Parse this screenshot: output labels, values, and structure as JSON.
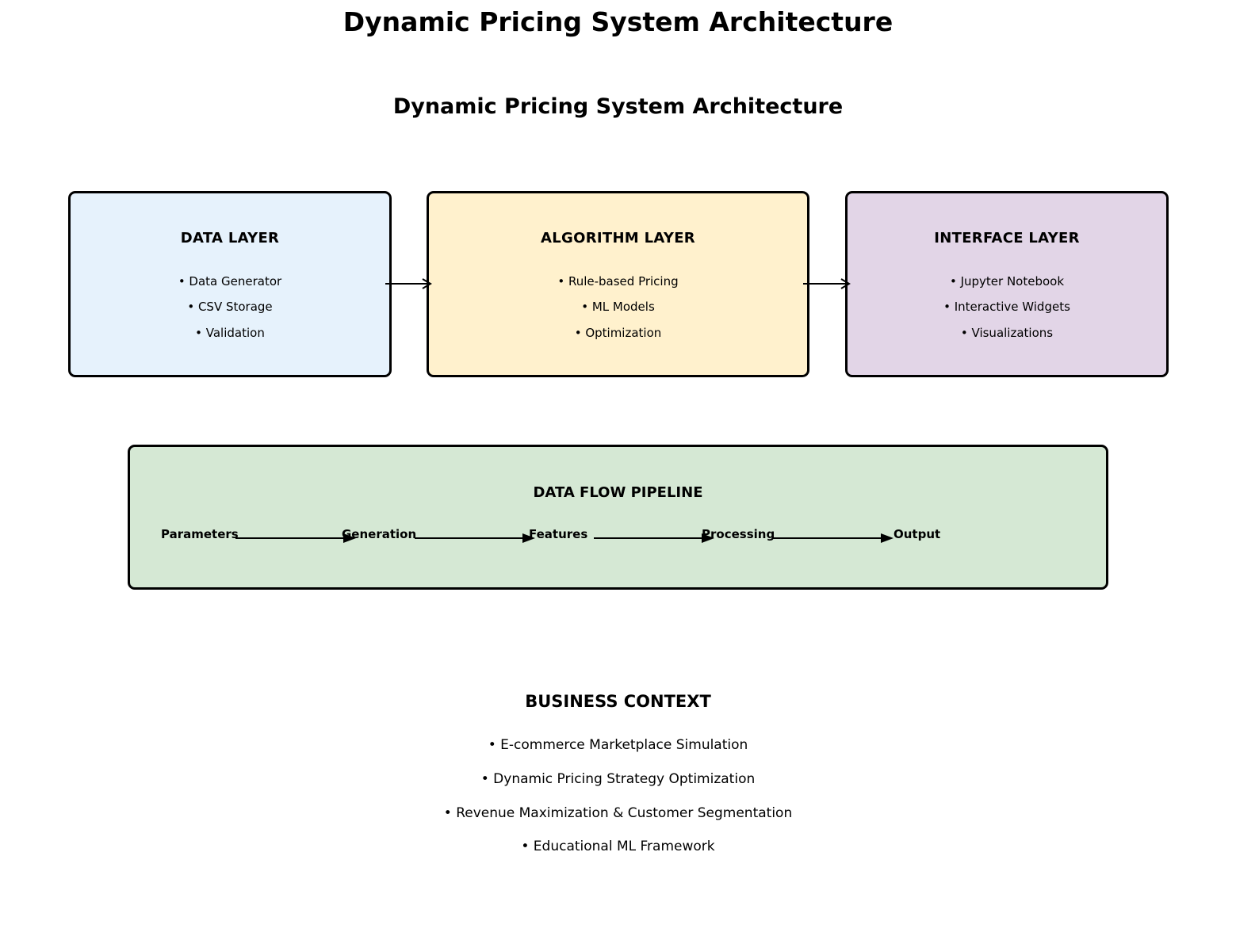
{
  "title": "Dynamic Pricing System Architecture",
  "subtitle": "Dynamic Pricing System Architecture",
  "layers": [
    {
      "title": "DATA LAYER",
      "items": [
        "• Data Generator",
        "• CSV Storage",
        "• Validation"
      ],
      "color": "#e6f2fc"
    },
    {
      "title": "ALGORITHM LAYER",
      "items": [
        "• Rule-based Pricing",
        "• ML Models",
        "• Optimization"
      ],
      "color": "#fff1cd"
    },
    {
      "title": "INTERFACE LAYER",
      "items": [
        "• Jupyter Notebook",
        "• Interactive Widgets",
        "• Visualizations"
      ],
      "color": "#e2d5e7"
    }
  ],
  "pipeline": {
    "title": "DATA FLOW PIPELINE",
    "stages": [
      "Parameters",
      "Generation",
      "Features",
      "Processing",
      "Output"
    ],
    "color": "#d5e8d4"
  },
  "business": {
    "title": "BUSINESS CONTEXT",
    "items": [
      "• E-commerce Marketplace Simulation",
      "• Dynamic Pricing Strategy Optimization",
      "• Revenue Maximization & Customer Segmentation",
      "• Educational ML Framework"
    ]
  }
}
